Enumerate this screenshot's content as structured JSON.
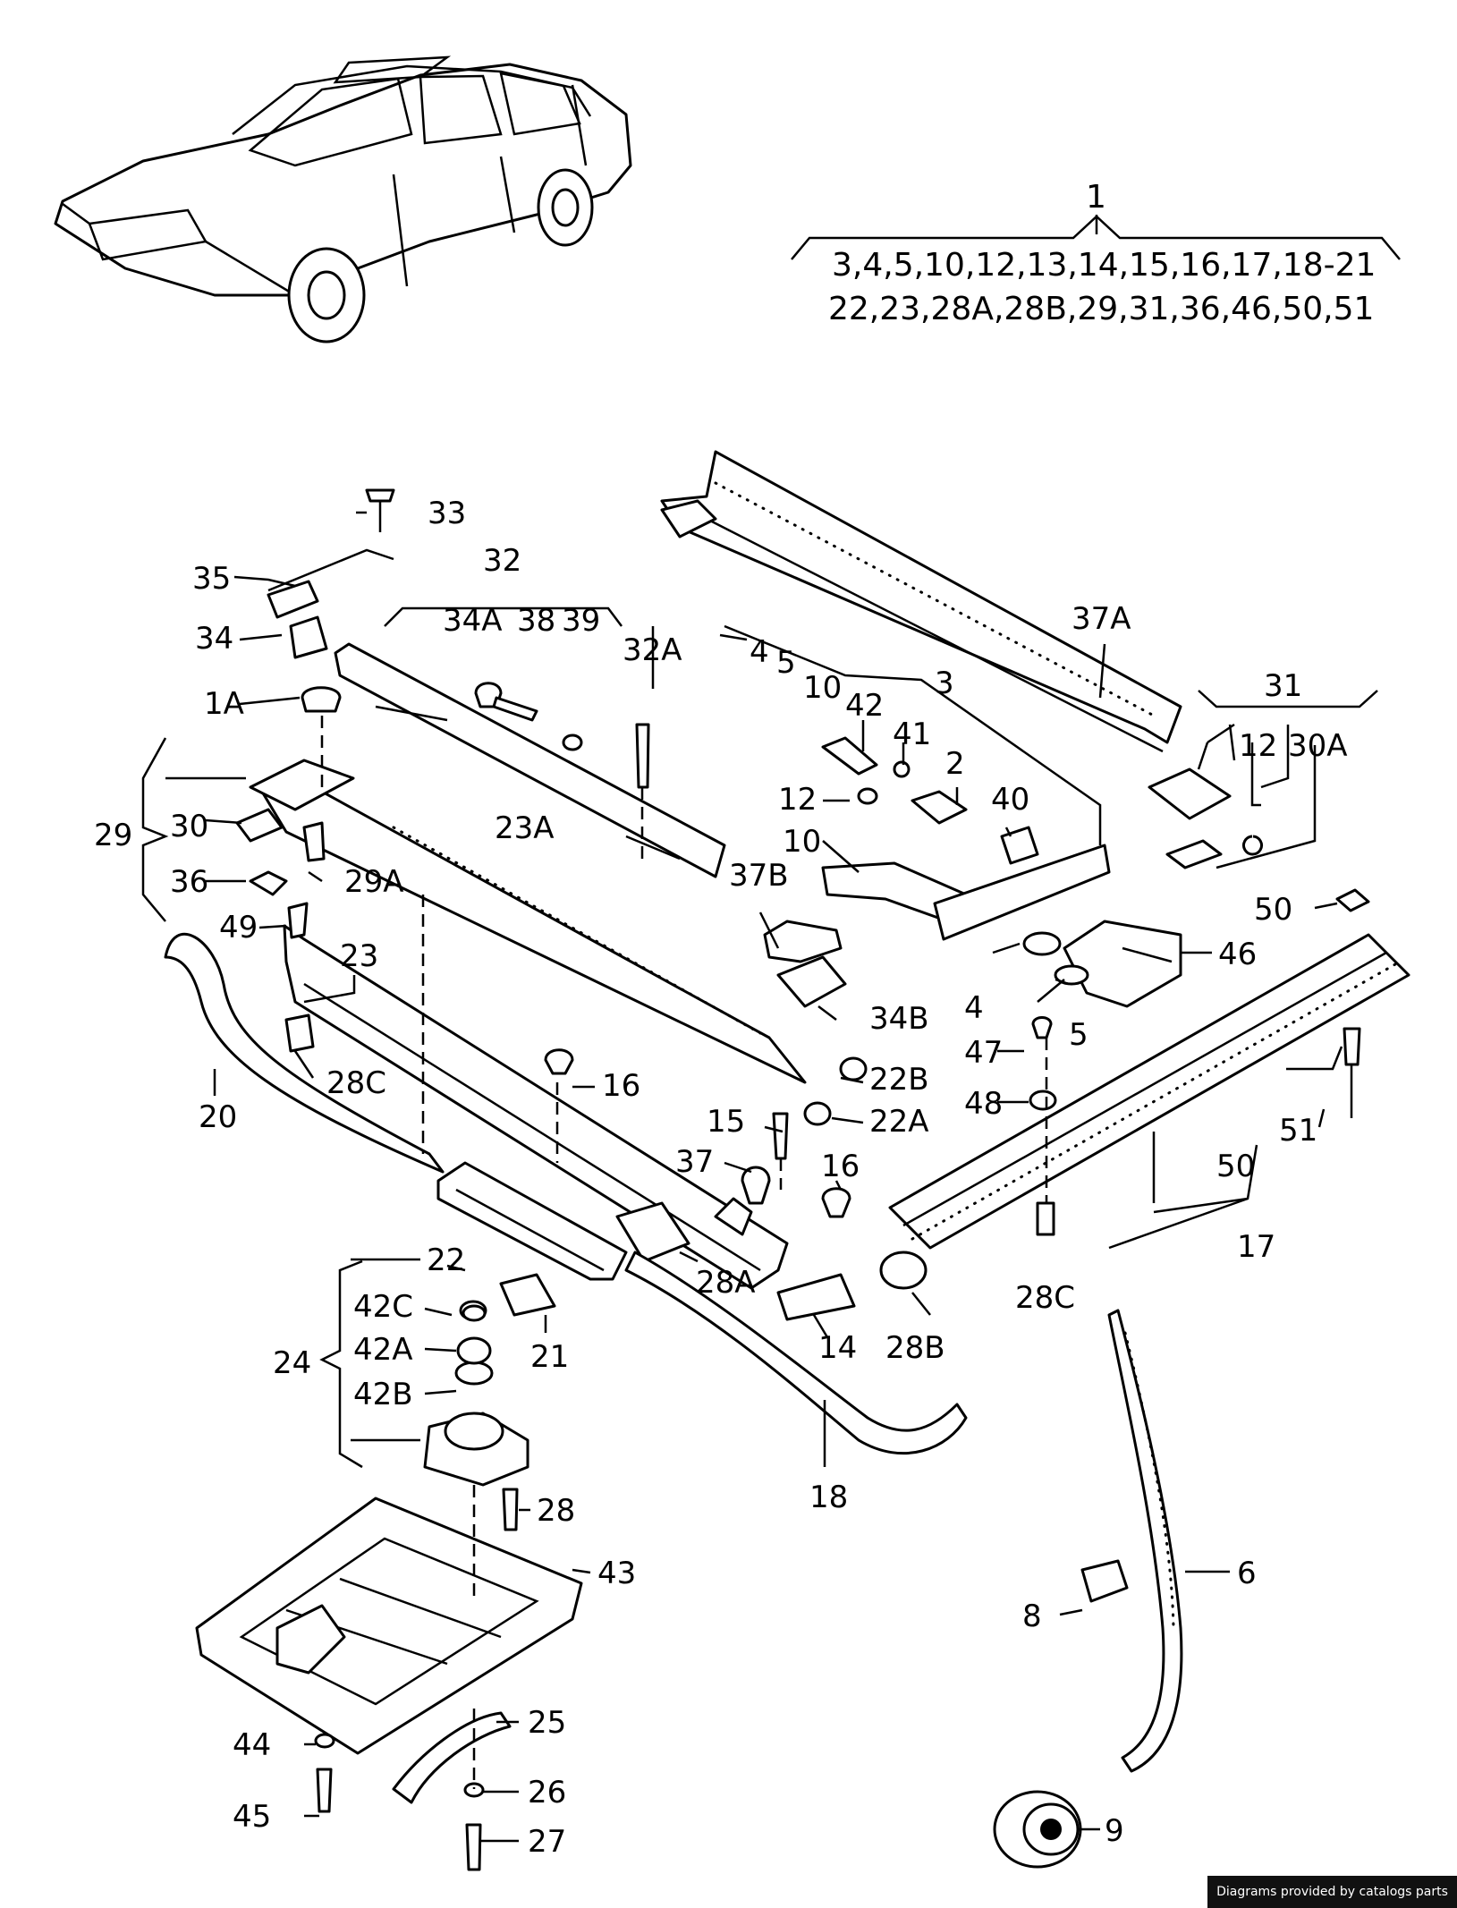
{
  "diagram": {
    "group_1": {
      "number": "1",
      "line1": "3,4,5,10,12,13,14,15,16,17,18-21",
      "line2": "22,23,28A,28B,29,31,36,46,50,51"
    },
    "labels": {
      "p33": "33",
      "p35": "35",
      "p34": "34",
      "p1A": "1A",
      "p29": "29",
      "p30": "30",
      "p36": "36",
      "p29A": "29A",
      "p49": "49",
      "p23": "23",
      "p20": "20",
      "p28C_left": "28C",
      "p32": "32",
      "p34A": "34A",
      "p38": "38",
      "p39": "39",
      "p32A": "32A",
      "p23A": "23A",
      "p37B": "37B",
      "p34B": "34B",
      "p16_top": "16",
      "p22B": "22B",
      "p22A": "22A",
      "p15": "15",
      "p37": "37",
      "p16_low": "16",
      "p28A": "28A",
      "p14": "14",
      "p28B": "28B",
      "p22": "22",
      "p21": "21",
      "p42C": "42C",
      "p42A": "42A",
      "p42B": "42B",
      "p24": "24",
      "p28": "28",
      "p43": "43",
      "p25": "25",
      "p44": "44",
      "p26": "26",
      "p45": "45",
      "p27": "27",
      "p18": "18",
      "p4": "4",
      "p5": "5",
      "p10": "10",
      "p3": "3",
      "p42": "42",
      "p41": "41",
      "p2": "2",
      "p12": "12",
      "p40": "40",
      "p10b": "10",
      "p4b": "4",
      "p5b": "5",
      "p46": "46",
      "p47": "47",
      "p48": "48",
      "p37A": "37A",
      "p31": "31",
      "p12b": "12",
      "p30A": "30A",
      "p50": "50",
      "p51": "51",
      "p50b": "50",
      "p17": "17",
      "p28C_right": "28C",
      "p6": "6",
      "p8": "8",
      "p9": "9"
    }
  },
  "footer": {
    "credit": "Diagrams provided by catalogs parts"
  }
}
